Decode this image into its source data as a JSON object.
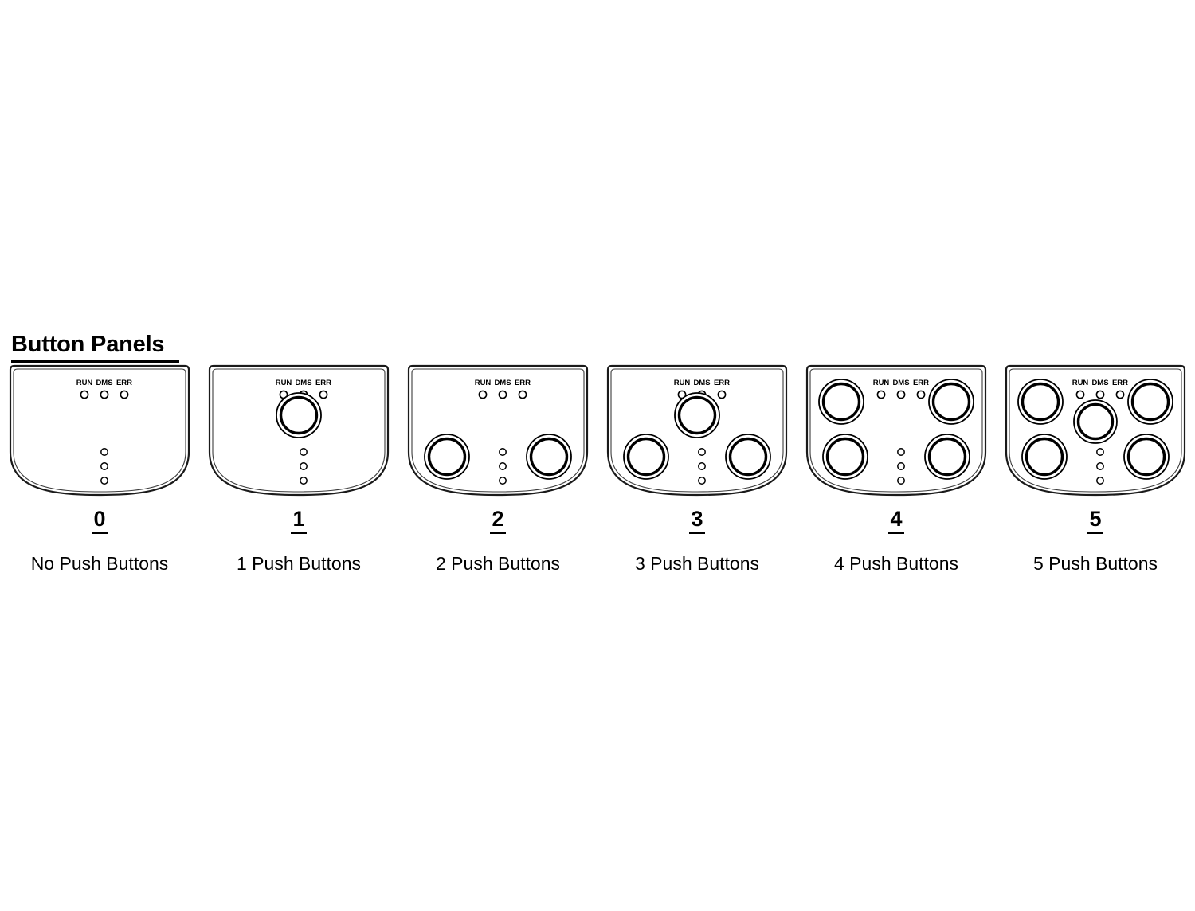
{
  "figure": {
    "title": "Button Panels",
    "background_color": "#ffffff",
    "line_color": "#1a1a1a",
    "text_color": "#000000"
  },
  "led_labels": [
    "RUN",
    "DMS",
    "ERR"
  ],
  "panels": [
    {
      "number": "0",
      "caption": "No Push Buttons",
      "button_count": 0,
      "buttons": [],
      "leds": [
        "RUN",
        "DMS",
        "ERR"
      ],
      "indicator_dots": 3
    },
    {
      "number": "1",
      "caption": "1 Push Buttons",
      "button_count": 1,
      "buttons": [
        {
          "position": "center-top"
        }
      ],
      "leds": [
        "RUN",
        "DMS",
        "ERR"
      ],
      "indicator_dots": 3
    },
    {
      "number": "2",
      "caption": "2 Push Buttons",
      "button_count": 2,
      "buttons": [
        {
          "position": "left-lower"
        },
        {
          "position": "right-lower"
        }
      ],
      "leds": [
        "RUN",
        "DMS",
        "ERR"
      ],
      "indicator_dots": 3
    },
    {
      "number": "3",
      "caption": "3 Push Buttons",
      "button_count": 3,
      "buttons": [
        {
          "position": "center-top"
        },
        {
          "position": "left-lower"
        },
        {
          "position": "right-lower"
        }
      ],
      "leds": [
        "RUN",
        "DMS",
        "ERR"
      ],
      "indicator_dots": 3
    },
    {
      "number": "4",
      "caption": "4 Push Buttons",
      "button_count": 4,
      "buttons": [
        {
          "position": "left-upper"
        },
        {
          "position": "right-upper"
        },
        {
          "position": "left-lower"
        },
        {
          "position": "right-lower"
        }
      ],
      "leds": [
        "RUN",
        "DMS",
        "ERR"
      ],
      "indicator_dots": 3
    },
    {
      "number": "5",
      "caption": "5 Push Buttons",
      "button_count": 5,
      "buttons": [
        {
          "position": "left-upper"
        },
        {
          "position": "right-upper"
        },
        {
          "position": "center-top"
        },
        {
          "position": "left-lower"
        },
        {
          "position": "right-lower"
        }
      ],
      "leds": [
        "RUN",
        "DMS",
        "ERR"
      ],
      "indicator_dots": 3
    }
  ]
}
